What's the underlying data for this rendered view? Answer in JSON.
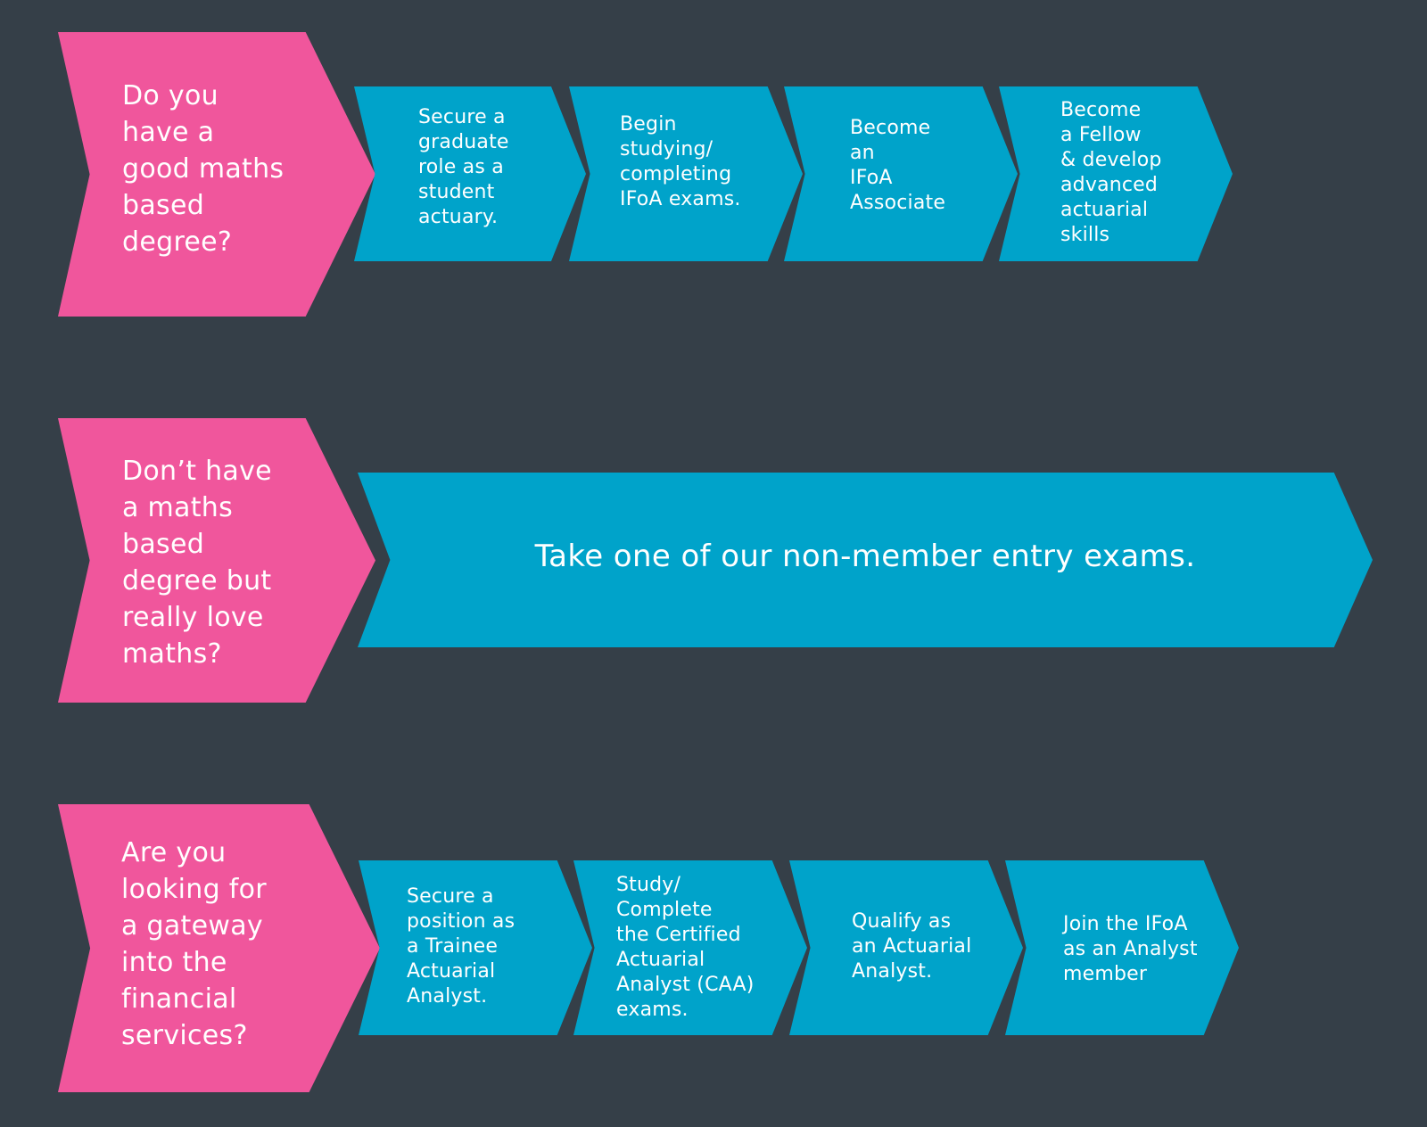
{
  "colors": {
    "background": "#353f48",
    "question": "#f0569c",
    "step": "#00a3ca",
    "text": "#ffffff"
  },
  "pathways": [
    {
      "question": "Do you\nhave a\ngood maths\nbased\ndegree?",
      "steps": [
        "Secure a\ngraduate\nrole as a\nstudent\nactuary.",
        "Begin\nstudying/\ncompleting\nIFoA exams.",
        "Become\nan\nIFoA\nAssociate",
        "Become\na Fellow\n& develop\nadvanced\nactuarial\nskills"
      ]
    },
    {
      "question": "Don’t have\na maths\nbased\ndegree but\nreally love\nmaths?",
      "steps": [
        "Take one of our non-member entry exams."
      ]
    },
    {
      "question": "Are you\nlooking for\na gateway\ninto the\nfinancial\nservices?",
      "steps": [
        "Secure a\nposition as\na Trainee\nActuarial\nAnalyst.",
        "Study/\nComplete\nthe Certified\nActuarial\nAnalyst (CAA)\nexams.",
        "Qualify as\nan Actuarial\nAnalyst.",
        "Join the IFoA\nas an Analyst\nmember"
      ]
    }
  ]
}
